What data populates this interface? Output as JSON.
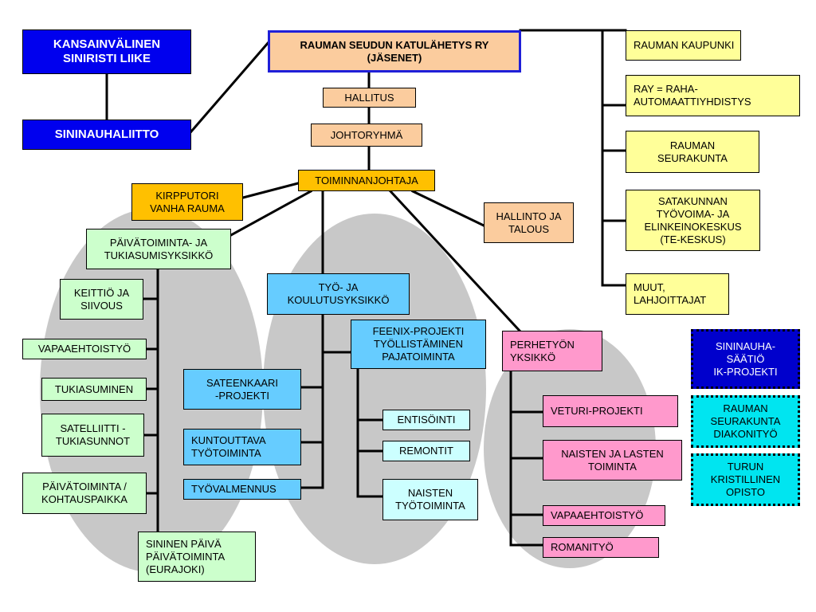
{
  "header": {
    "main_org": "RAUMAN SEUDUN KATULÄHETYS RY\n(JÄSENET)"
  },
  "left_orgs": {
    "kansainvalinen": "KANSAINVÄLINEN\nSINIRISTI LIIKE",
    "sininauhaliitto": "SININAUHALIITTO"
  },
  "management": {
    "hallitus": "HALLITUS",
    "johtoryhma": "JOHTORYHMÄ",
    "toiminnanjohtaja": "TOIMINNANJOHTAJA",
    "kirpputori": "KIRPPUTORI\nVANHA RAUMA",
    "hallinto": "HALLINTO JA\nTALOUS"
  },
  "funders": [
    "RAUMAN KAUPUNKI",
    "RAY = RAHA-\nAUTOMAATTIYHDISTYS",
    "RAUMAN\nSEURAKUNTA",
    "SATAKUNNAN\nTYÖVOIMA- JA\nELINKEINOKESKUS\n(TE-KESKUS)",
    "MUUT,\nLAHJOITTAJAT"
  ],
  "paivatoiminta": {
    "title": "PÄIVÄTOIMINTA- JA\nTUKIASUMISYKSIKKÖ",
    "items": [
      "KEITTIÖ JA\nSIIVOUS",
      "VAPAAEHTOISTYÖ",
      "TUKIASUMINEN",
      "SATELLIITTI -\nTUKIASUNNOT",
      "PÄIVÄTOIMINTA /\nKOHTAUSPAIKKA",
      "SININEN PÄIVÄ\nPÄIVÄTOIMINTA\n(EURAJOKI)"
    ]
  },
  "tyo": {
    "title": "TYÖ- JA\nKOULUTUSYKSIKKÖ",
    "items": [
      "SATEENKAARI\n-PROJEKTI",
      "KUNTOUTTAVA\nTYÖTOIMINTA",
      "TYÖVALMENNUS"
    ],
    "feenix": "FEENIX-PROJEKTI\nTYÖLLISTÄMINEN\nPAJATOIMINTA",
    "feenix_items": [
      "ENTISÖINTI",
      "REMONTIT",
      "NAISTEN\nTYÖTOIMINTA"
    ]
  },
  "perhe": {
    "title": "PERHETYÖN\nYKSIKKÖ",
    "items": [
      "VETURI-PROJEKTI",
      "NAISTEN JA LASTEN\nTOIMINTA",
      "VAPAAEHTOISTYÖ",
      "ROMANITYÖ"
    ]
  },
  "partners": [
    "SININAUHA-\nSÄÄTIÖ\nIK-PROJEKTI",
    "RAUMAN\nSEURAKUNTA\nDIAKONITYÖ",
    "TURUN\nKRISTILLINEN\nOPISTO"
  ],
  "colors": {
    "ellipse": "#c8c8c8",
    "blue": "#0000ee",
    "peach": "#fbcc9e",
    "orange": "#ffc000",
    "yellow": "#ffff99",
    "green": "#ccffcc",
    "sky": "#66ccff",
    "cyan": "#ccffff",
    "pink": "#ff99cc",
    "navy": "#0000cc",
    "aqua": "#00e5f0"
  }
}
